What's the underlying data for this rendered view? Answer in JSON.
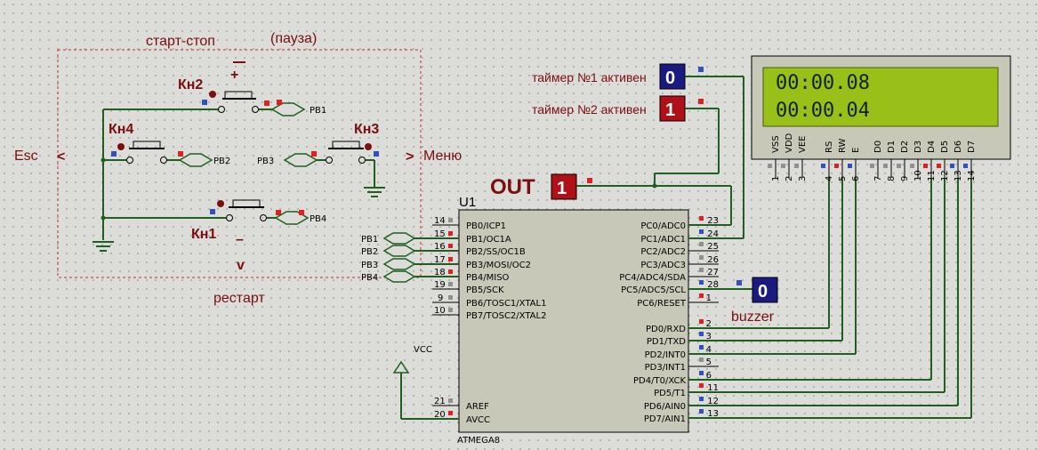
{
  "frame": {
    "title": "старт-стоп",
    "title_sub": "(пауза)",
    "bottom": "рестарт",
    "left": "Esc",
    "left_arrow": "<",
    "right_arrow": ">",
    "right": "Меню",
    "up_arrow": "+",
    "down_dash": "–",
    "down_arrow": "v"
  },
  "buttons": [
    {
      "name": "Кн2",
      "net": "PB1"
    },
    {
      "name": "Кн4",
      "net": "PB2"
    },
    {
      "name": "Кн3",
      "net": "PB3"
    },
    {
      "name": "Кн1",
      "net": "PB4"
    }
  ],
  "indicators": {
    "timer1_label": "таймер №1 активен",
    "timer1_value": "0",
    "timer2_label": "таймер №2 активен",
    "timer2_value": "1",
    "out_label": "OUT",
    "out_value": "1",
    "buzzer_label": "buzzer",
    "buzzer_value": "0"
  },
  "lcd": {
    "line1": "00:00.08",
    "line2": "00:00.04",
    "pins": [
      "VSS",
      "VDD",
      "VEE",
      "RS",
      "RW",
      "E",
      "D0",
      "D1",
      "D2",
      "D3",
      "D4",
      "D5",
      "D6",
      "D7"
    ],
    "pin_numbers": [
      "1",
      "2",
      "3",
      "4",
      "5",
      "6",
      "7",
      "8",
      "9",
      "10",
      "11",
      "12",
      "13",
      "14"
    ]
  },
  "mcu": {
    "ref": "U1",
    "part": "ATMEGA8",
    "vcc": "VCC",
    "left_pins": [
      {
        "no": "14",
        "name": "PB0/ICP1"
      },
      {
        "no": "15",
        "name": "PB1/OC1A"
      },
      {
        "no": "16",
        "name": "PB2/SS/OC1B"
      },
      {
        "no": "17",
        "name": "PB3/MOSI/OC2"
      },
      {
        "no": "18",
        "name": "PB4/MISO"
      },
      {
        "no": "19",
        "name": "PB5/SCK"
      },
      {
        "no": "9",
        "name": "PB6/TOSC1/XTAL1"
      },
      {
        "no": "10",
        "name": "PB7/TOSC2/XTAL2"
      }
    ],
    "left_nets": [
      "PB1",
      "PB2",
      "PB3",
      "PB4"
    ],
    "power_pins": [
      {
        "no": "21",
        "name": "AREF"
      },
      {
        "no": "20",
        "name": "AVCC"
      }
    ],
    "right_pins_top": [
      {
        "no": "23",
        "name": "PC0/ADC0"
      },
      {
        "no": "24",
        "name": "PC1/ADC1"
      },
      {
        "no": "25",
        "name": "PC2/ADC2"
      },
      {
        "no": "26",
        "name": "PC3/ADC3"
      },
      {
        "no": "27",
        "name": "PC4/ADC4/SDA"
      },
      {
        "no": "28",
        "name": "PC5/ADC5/SCL"
      },
      {
        "no": "1",
        "name": "PC6/RESET"
      }
    ],
    "right_pins_bottom": [
      {
        "no": "2",
        "name": "PD0/RXD"
      },
      {
        "no": "3",
        "name": "PD1/TXD"
      },
      {
        "no": "4",
        "name": "PD2/INT0"
      },
      {
        "no": "5",
        "name": "PD3/INT1"
      },
      {
        "no": "6",
        "name": "PD4/T0/XCK"
      },
      {
        "no": "11",
        "name": "PD5/T1"
      },
      {
        "no": "12",
        "name": "PD6/AIN0"
      },
      {
        "no": "13",
        "name": "PD7/AIN1"
      }
    ]
  }
}
